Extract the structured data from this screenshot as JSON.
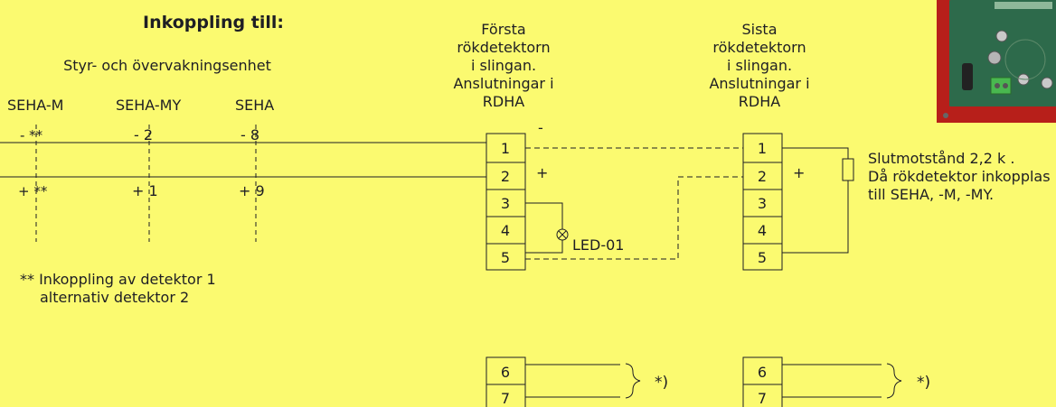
{
  "heading": "Inkoppling till:",
  "subheading": "Styr- och övervakningsenhet",
  "units": [
    "SEHA-M",
    "SEHA-MY",
    "SEHA"
  ],
  "terminal_labels": {
    "seha_m_minus": "- **",
    "seha_my_minus": "- 2",
    "seha_minus": "- 8",
    "seha_m_plus": "+ **",
    "seha_my_plus": "+ 1",
    "seha_plus": "+ 9"
  },
  "footnote": [
    "** Inkoppling av detektor 1",
    "alternativ detektor 2"
  ],
  "first_detector_caption": [
    "Första",
    "rökdetektorn",
    "i slingan.",
    "Anslutningar i",
    "RDHA"
  ],
  "last_detector_caption": [
    "Sista",
    "rökdetektorn",
    "i slingan.",
    "Anslutningar i",
    "RDHA"
  ],
  "first_terminals": [
    "1",
    "2",
    "3",
    "4",
    "5"
  ],
  "last_terminals": [
    "1",
    "2",
    "3",
    "4",
    "5"
  ],
  "first_polarity": {
    "minus": "-",
    "plus": "+"
  },
  "last_polarity": {
    "plus": "+"
  },
  "led_label": "LED-01",
  "resistor_note": [
    "Slutmotstånd 2,2 k  .",
    "Då rökdetektor inkopplas",
    "till SEHA, -M, -MY."
  ],
  "lower_terminals_left": [
    "6",
    "7"
  ],
  "lower_terminals_right": [
    "6",
    "7"
  ],
  "asterisk_note": "*)",
  "colors": {
    "background": "#fbfa70",
    "line": "#1e1e24",
    "photo_red": "#c4231d",
    "board_green": "#2d6a4b"
  }
}
